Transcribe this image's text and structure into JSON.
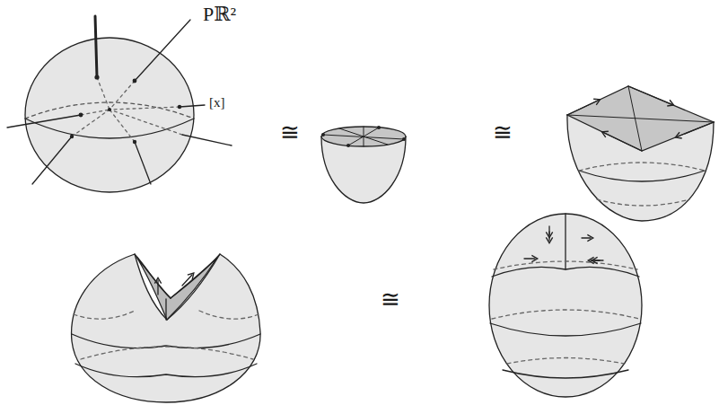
{
  "diagram": {
    "labels": [
      "Pℝ²",
      "[x]",
      "≅",
      "≅",
      "≅"
    ]
  }
}
